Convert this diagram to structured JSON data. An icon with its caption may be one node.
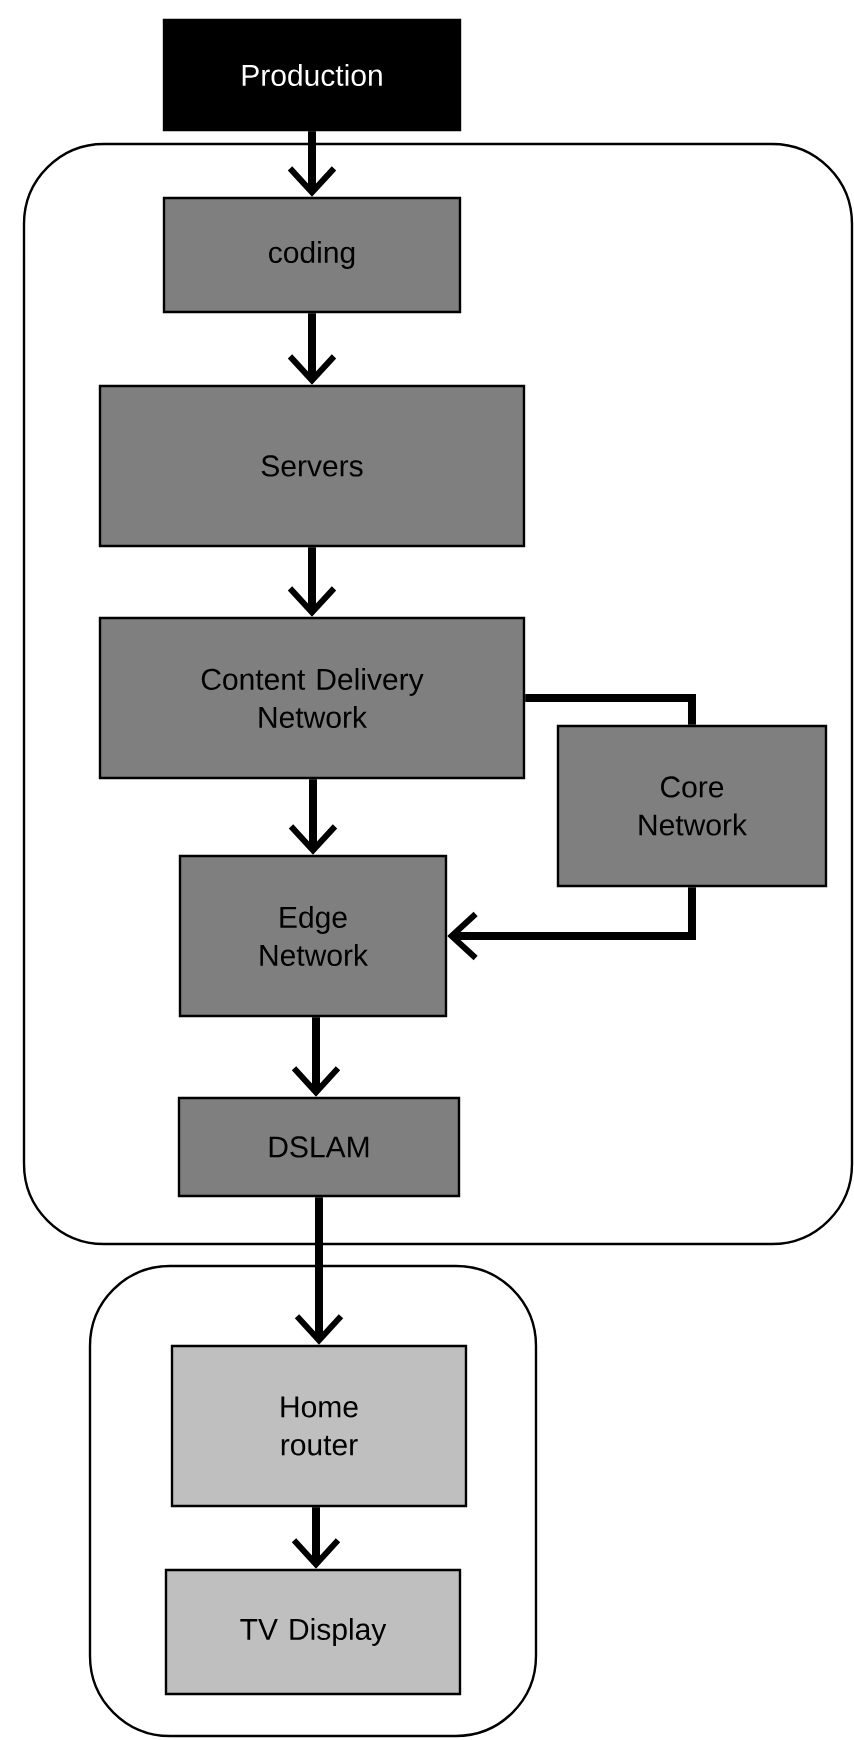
{
  "diagram": {
    "nodes": [
      {
        "text": [
          "Production"
        ]
      },
      {
        "text": [],
        "shape": "box"
      },
      {
        "text": [
          "coding"
        ],
        "in": 1
      },
      {
        "text": [
          "Servers"
        ],
        "in": 1
      },
      {
        "text": [
          "Content Delivery Network"
        ],
        "in": 1
      },
      {
        "text": [
          "Core Network"
        ],
        "in": 1
      },
      {
        "text": [
          "Edge Network"
        ],
        "in": 1
      },
      {
        "text": [
          "DSLAM"
        ],
        "in": 1
      },
      {
        "text": [],
        "shape": "box"
      },
      {
        "text": [
          "Home router"
        ],
        "in": 8
      },
      {
        "text": [
          "TV Display"
        ],
        "in": 8
      }
    ],
    "edges": [
      {
        "from": 0,
        "to": 2,
        "arrow": "to"
      },
      {
        "from": 2,
        "to": 3,
        "arrow": "to"
      },
      {
        "from": 3,
        "to": 4,
        "arrow": "to"
      },
      {
        "from": 4,
        "to": 6,
        "arrow": "to"
      },
      {
        "from": 4,
        "to": 5,
        "arrow": "none"
      },
      {
        "from": 5,
        "to": 6,
        "arrow": "to"
      },
      {
        "from": 6,
        "to": 7,
        "arrow": "to"
      },
      {
        "from": 7,
        "to": 9,
        "arrow": "to"
      },
      {
        "from": 9,
        "to": 10,
        "arrow": "to"
      }
    ]
  }
}
